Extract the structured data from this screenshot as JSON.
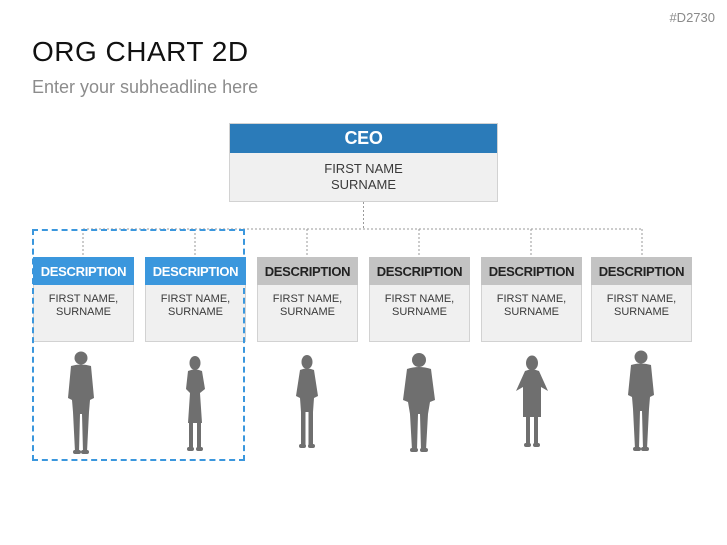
{
  "slide": {
    "code": "#D2730",
    "title": "ORG CHART 2D",
    "subtitle": "Enter your subheadline here"
  },
  "ceo": {
    "header": "CEO",
    "name_line1": "FIRST NAME",
    "name_line2": "SURNAME",
    "color": "#2b7bb9"
  },
  "members": [
    {
      "header": "DESCRIPTION",
      "name_line1": "FIRST NAME,",
      "name_line2": "SURNAME",
      "style": "blue",
      "icon": "person-man-icon"
    },
    {
      "header": "DESCRIPTION",
      "name_line1": "FIRST NAME,",
      "name_line2": "SURNAME",
      "style": "blue",
      "icon": "person-woman-icon"
    },
    {
      "header": "DESCRIPTION",
      "name_line1": "FIRST NAME,",
      "name_line2": "SURNAME",
      "style": "gray",
      "icon": "person-woman-icon"
    },
    {
      "header": "DESCRIPTION",
      "name_line1": "FIRST NAME,",
      "name_line2": "SURNAME",
      "style": "gray",
      "icon": "person-man-icon"
    },
    {
      "header": "DESCRIPTION",
      "name_line1": "FIRST NAME,",
      "name_line2": "SURNAME",
      "style": "gray",
      "icon": "person-woman-icon"
    },
    {
      "header": "DESCRIPTION",
      "name_line1": "FIRST NAME,",
      "name_line2": "SURNAME",
      "style": "gray",
      "icon": "person-man-icon"
    }
  ],
  "colors": {
    "accent_blue": "#3b97dd",
    "gray_header": "#c3c3c3",
    "silhouette": "#6f6f6f"
  }
}
